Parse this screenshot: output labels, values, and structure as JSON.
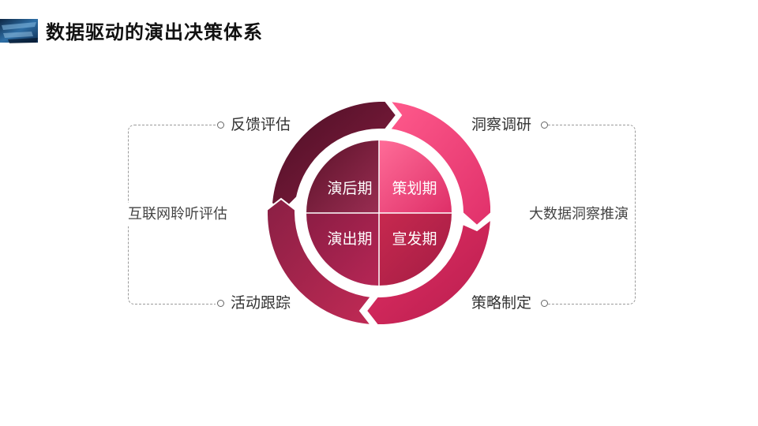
{
  "title": "数据驱动的演出决策体系",
  "brand": {
    "accent_dark": "#6e1533",
    "accent_mid": "#b82a52",
    "accent_pink": "#f0457a",
    "logo_color": "#1d4a7a"
  },
  "side_labels": {
    "left": "互联网聆听评估",
    "right": "大数据洞察推演"
  },
  "cycle_nodes": {
    "top_left": "反馈评估",
    "top_right": "洞察调研",
    "bottom_right": "策略制定",
    "bottom_left": "活动跟踪"
  },
  "quadrants": {
    "top_left": "演后期",
    "top_right": "策划期",
    "bottom_left": "演出期",
    "bottom_right": "宣发期"
  }
}
